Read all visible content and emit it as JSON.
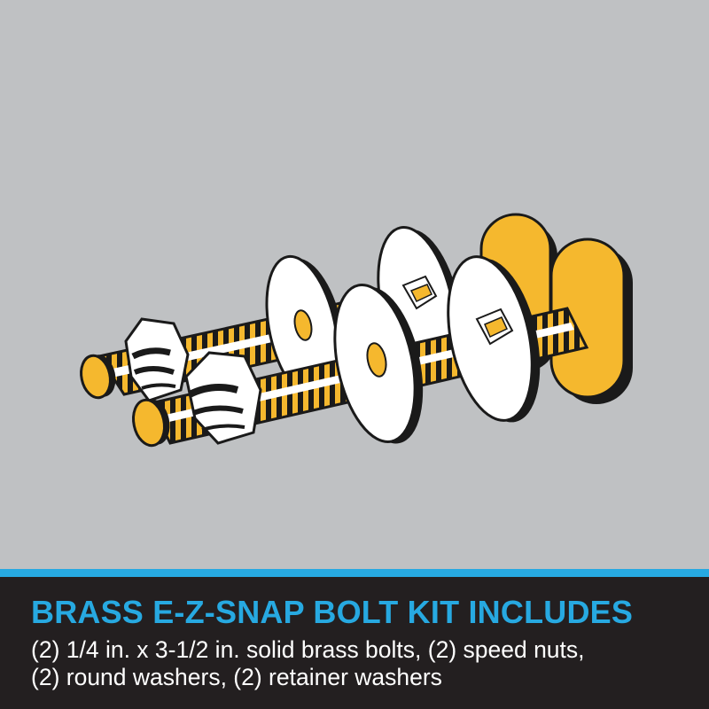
{
  "illustration": {
    "subject_icon": "brass-bolt-kit-illustration",
    "colors": {
      "background": "#bfc1c3",
      "brass": "#f5b82e",
      "thread_shadow": "#1a1a1a",
      "washer": "#ffffff",
      "nut_chrome": "#ffffff"
    }
  },
  "caption": {
    "heading": "BRASS E-Z-SNAP BOLT KIT INCLUDES",
    "line_1": "(2) 1/4 in. x 3-1/2 in. solid brass bolts, (2) speed nuts,",
    "line_2": "(2) round washers, (2) retainer washers",
    "colors": {
      "heading": "#27a9e1",
      "body": "#ffffff",
      "panel": "#231f20",
      "stripe": "#27a9e1"
    }
  }
}
